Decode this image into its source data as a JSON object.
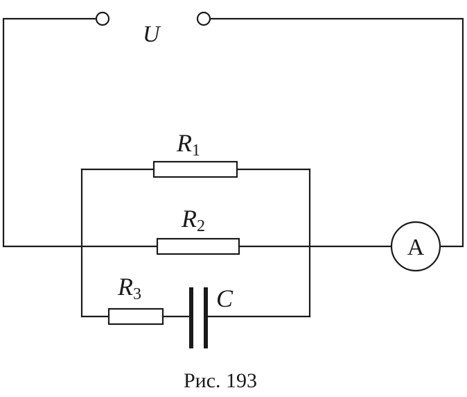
{
  "source": {
    "label": "U"
  },
  "resistors": [
    {
      "letter": "R",
      "index": "1"
    },
    {
      "letter": "R",
      "index": "2"
    },
    {
      "letter": "R",
      "index": "3"
    }
  ],
  "capacitor": {
    "label": "C"
  },
  "ammeter": {
    "label": "A"
  },
  "caption": "Рис. 193"
}
